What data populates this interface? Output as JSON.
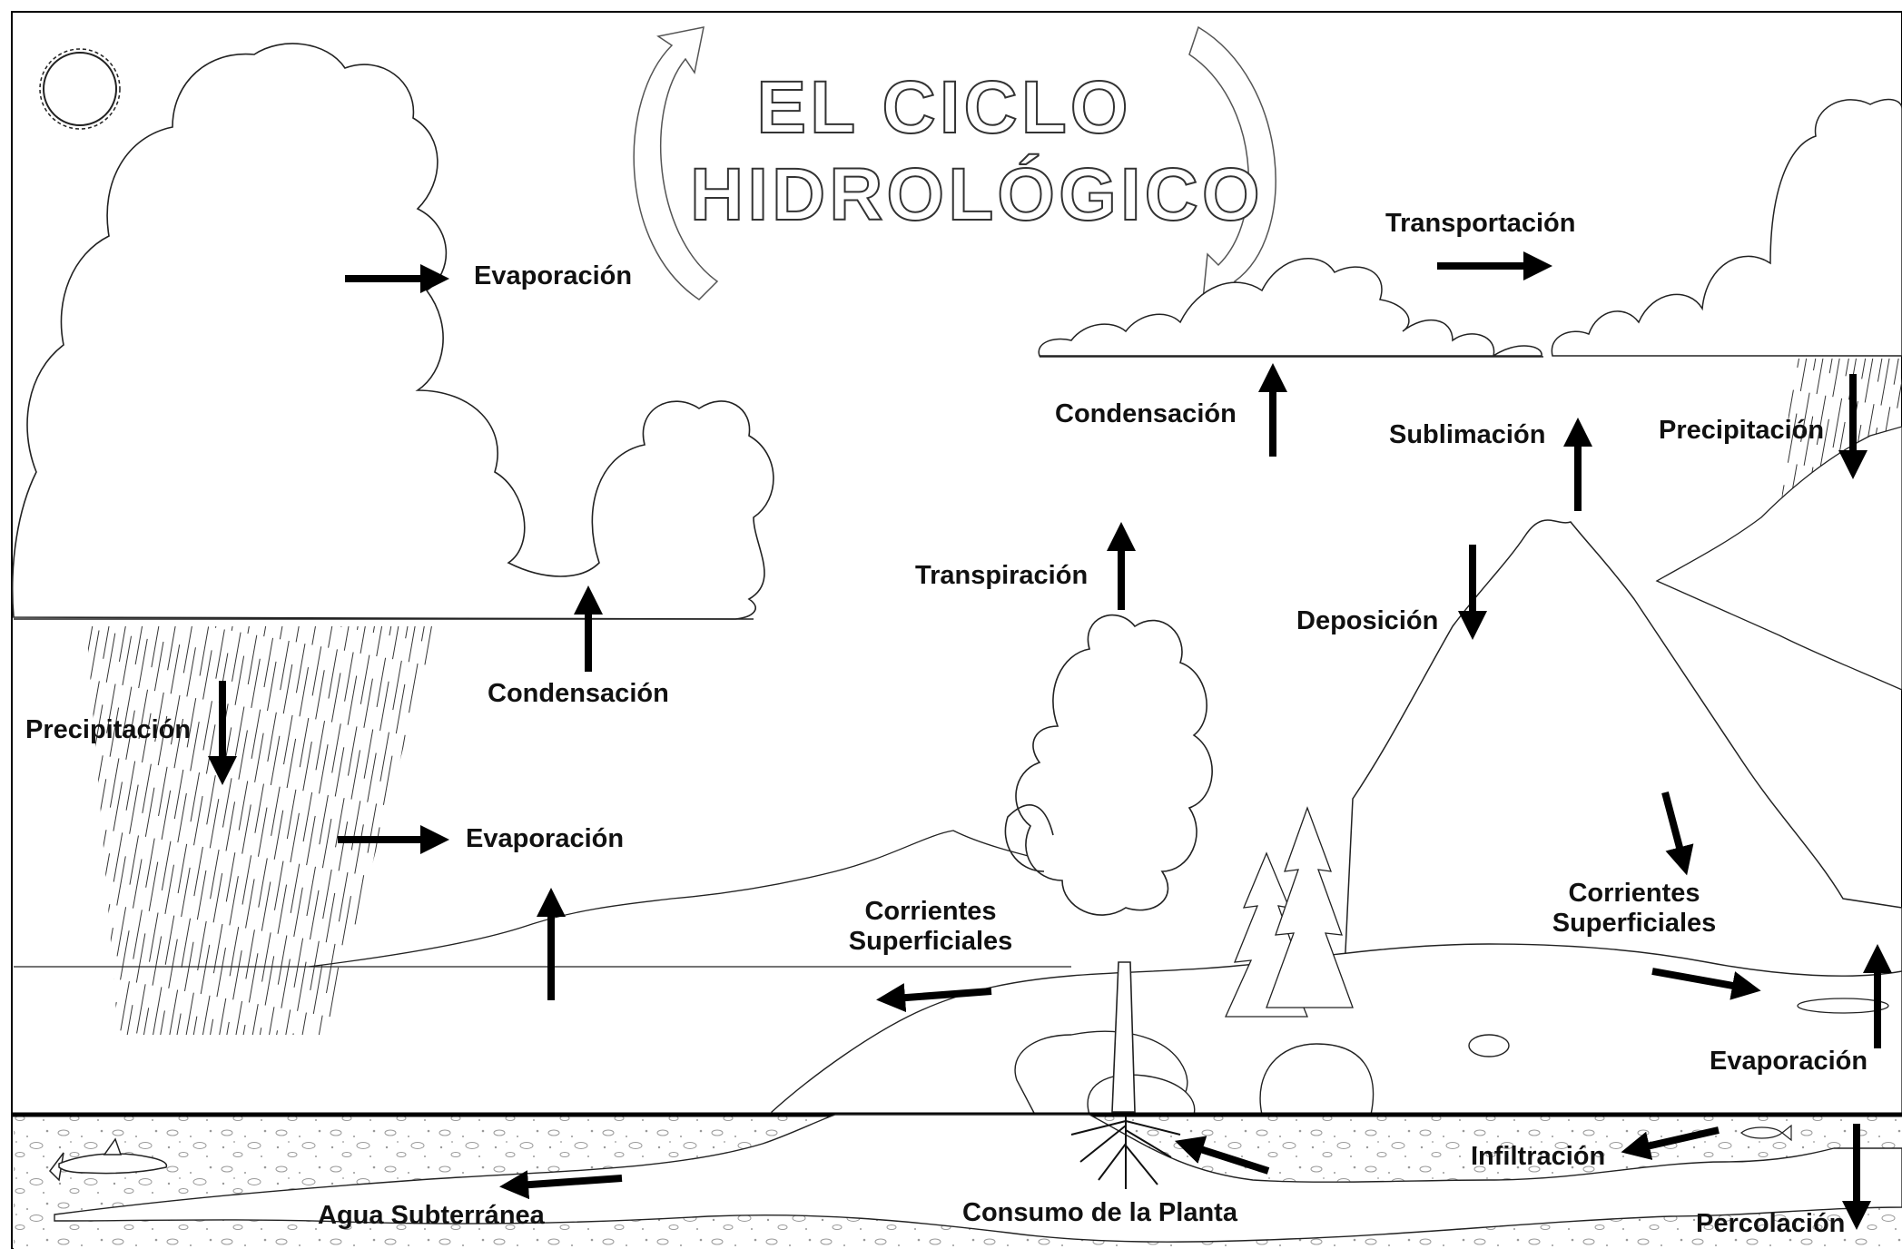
{
  "title": {
    "line1": "EL CICLO",
    "line2": "HIDROLÓGICO"
  },
  "labels": {
    "evaporacion_upper": "Evaporación",
    "evaporacion_lower": "Evaporación",
    "evaporacion_right": "Evaporación",
    "condensacion_left": "Condensación",
    "condensacion_center": "Condensación",
    "precipitacion_left": "Precipitación",
    "precipitacion_right": "Precipitación",
    "transportacion": "Transportación",
    "sublimacion": "Sublimación",
    "deposicion": "Deposición",
    "transpiracion": "Transpiración",
    "corrientes_left_1": "Corrientes",
    "corrientes_left_2": "Superficiales",
    "corrientes_right_1": "Corrientes",
    "corrientes_right_2": "Superficiales",
    "infiltracion": "Infiltración",
    "agua_subterranea": "Agua Subterránea",
    "consumo_planta": "Consumo de la Planta",
    "percolacion": "Percolación"
  }
}
